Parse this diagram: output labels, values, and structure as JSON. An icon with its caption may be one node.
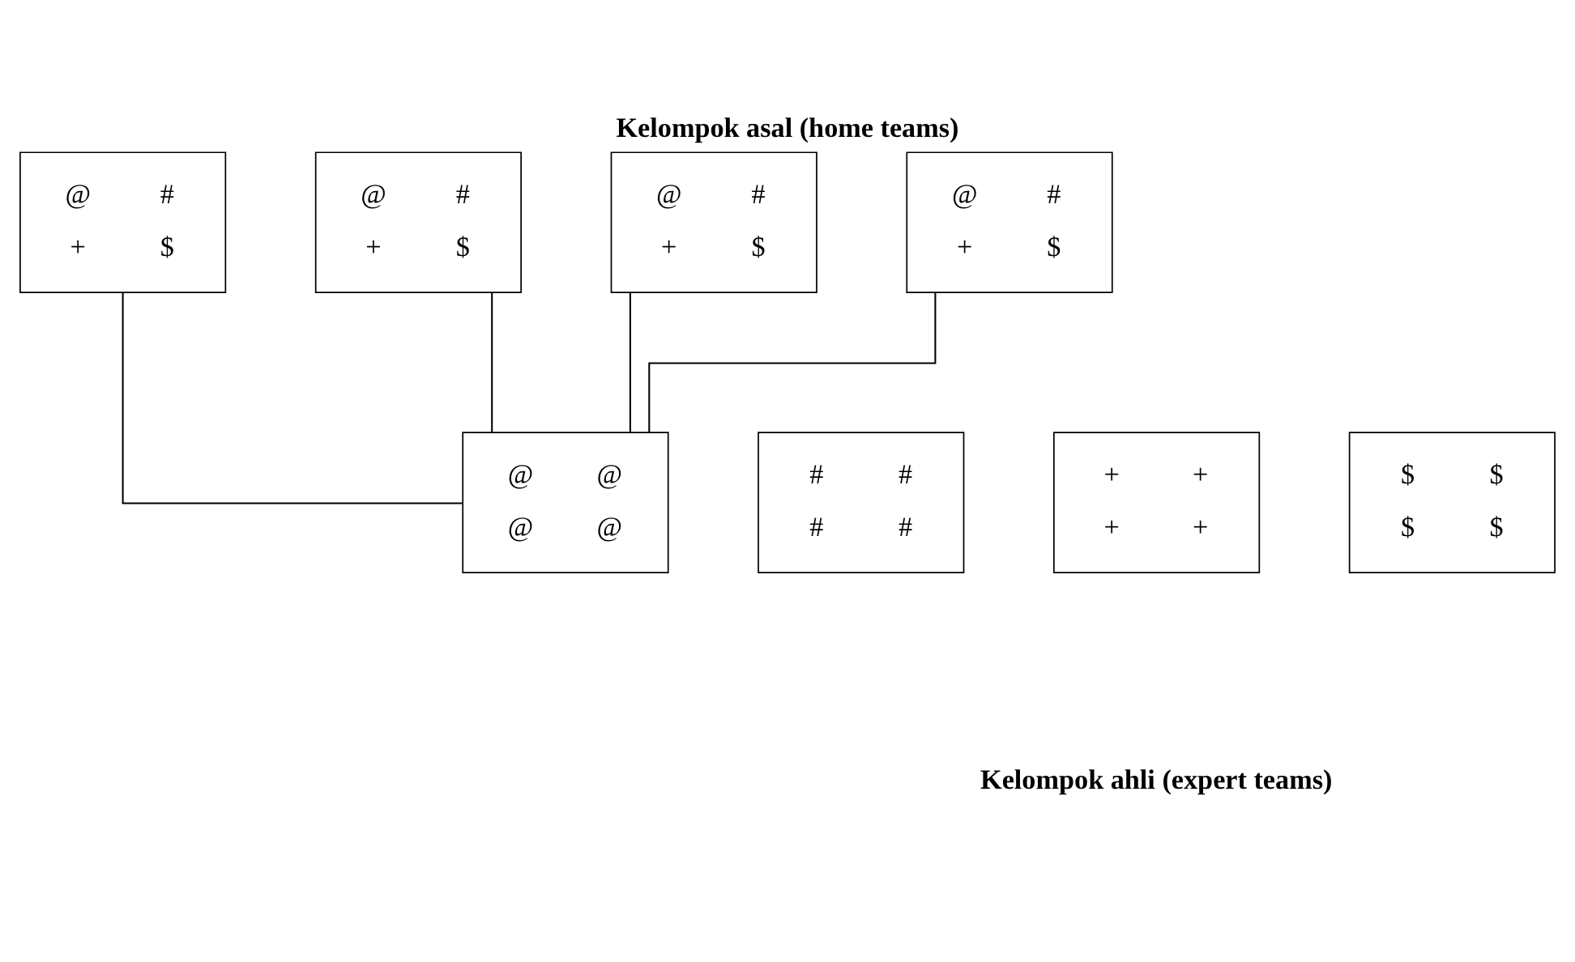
{
  "diagram": {
    "title": "Kelompok asal (home teams)",
    "caption": "Kelompok ahli (expert teams)",
    "nodes": [
      {
        "text": [
          "@",
          "#",
          "+",
          "$"
        ]
      },
      {
        "text": [
          "@",
          "#",
          "+",
          "$"
        ]
      },
      {
        "text": [
          "@",
          "#",
          "+",
          "$"
        ]
      },
      {
        "text": [
          "@",
          "#",
          "+",
          "$"
        ]
      },
      {
        "text": [
          "@",
          "@",
          "@",
          "@"
        ]
      },
      {
        "text": [
          "#",
          "#",
          "#",
          "#"
        ]
      },
      {
        "text": [
          "+",
          "+",
          "+",
          "+"
        ]
      },
      {
        "text": [
          "$",
          "$",
          "$",
          "$"
        ]
      }
    ],
    "edges": [
      {
        "from": 0,
        "to": 4,
        "arrow": "none"
      },
      {
        "from": 1,
        "to": 4,
        "arrow": "none"
      },
      {
        "from": 2,
        "to": 4,
        "arrow": "none"
      },
      {
        "from": 3,
        "to": 4,
        "arrow": "none"
      }
    ]
  }
}
